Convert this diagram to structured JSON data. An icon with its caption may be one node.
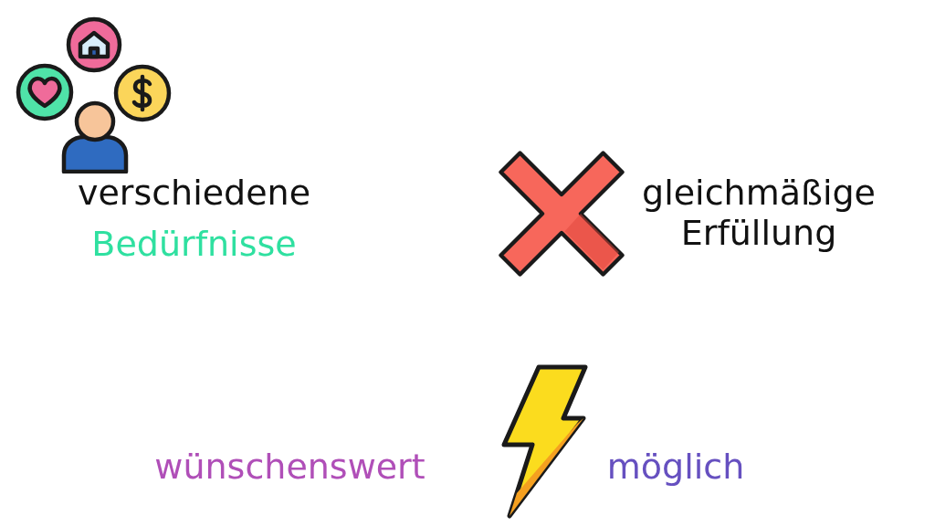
{
  "diagram": {
    "labels": [
      "verschiedene",
      "Bedürfnisse",
      "gleichmäßige Erfüllung",
      "wünschenswert",
      "möglich"
    ]
  }
}
